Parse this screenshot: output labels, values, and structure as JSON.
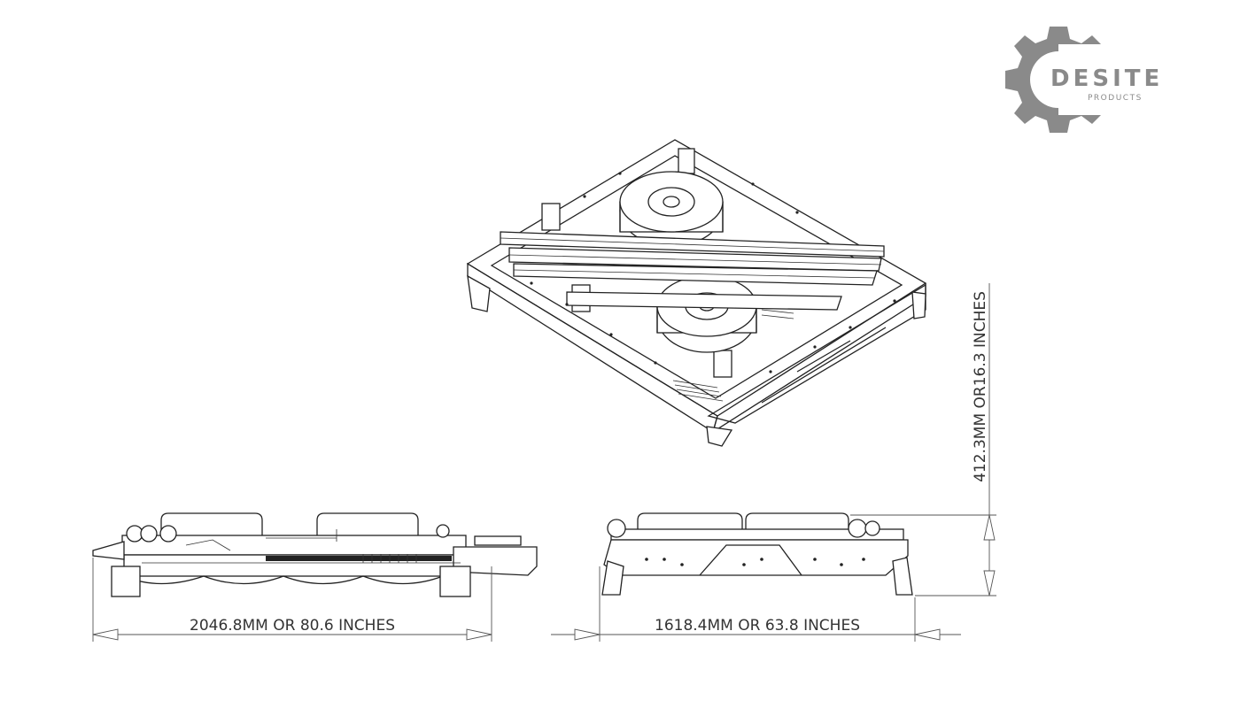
{
  "logo": {
    "name": "DESITE",
    "tagline": "PRODUCTS",
    "colors": {
      "gear": "#8a8a8a",
      "text": "#8a8a8a"
    }
  },
  "dimensions": {
    "side_length": "2046.8MM OR 80.6 INCHES",
    "front_width": "1618.4MM OR 63.8 INCHES",
    "height": "412.3MM OR16.3 INCHES"
  },
  "colors": {
    "line": "#222222",
    "dimension_line": "#555555",
    "background": "#ffffff"
  }
}
